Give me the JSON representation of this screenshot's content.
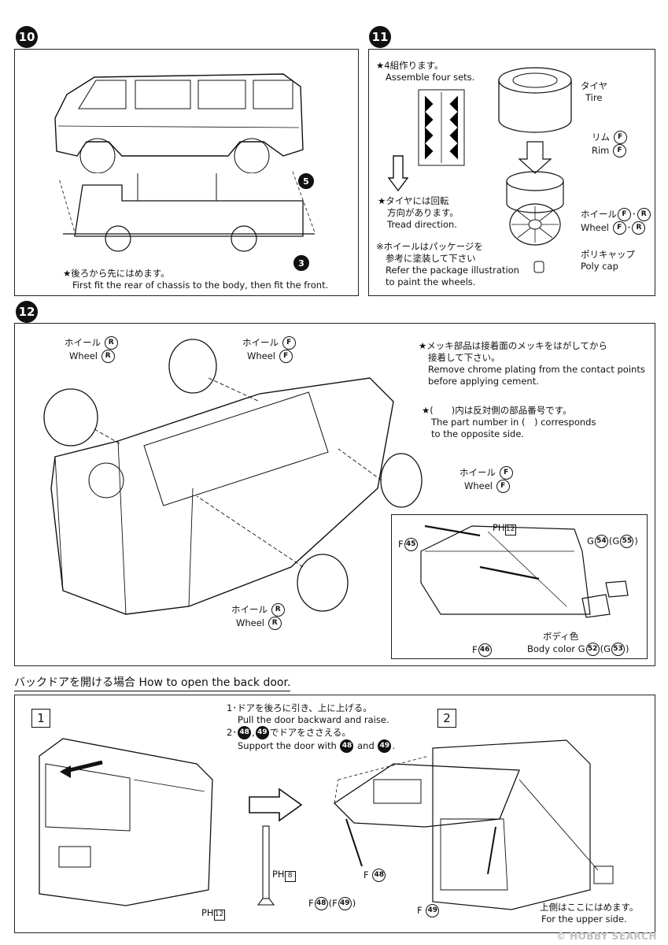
{
  "steps": {
    "s10": "10",
    "s11": "11",
    "s12": "12"
  },
  "step10": {
    "ref5": "5",
    "ref3": "3",
    "note_jp": "★後ろから先にはめます。",
    "note_en": "First fit the rear of chassis to the body, then fit the front."
  },
  "step11": {
    "assemble_jp": "★4組作ります。",
    "assemble_en": "Assemble four sets.",
    "tread_jp1": "★タイヤには回転",
    "tread_jp2": "方向があります。",
    "tread_en": "Tread direction.",
    "paint_jp1": "※ホイールはパッケージを",
    "paint_jp2": "参考に塗装して下さい",
    "paint_en1": "Refer the package illustration",
    "paint_en2": "to paint the wheels.",
    "tire_jp": "タイヤ",
    "tire_en": "Tire",
    "rim_jp": "リム",
    "rim_en": "Rim",
    "rim_part": "F",
    "wheel_jp": "ホイール",
    "wheel_en": "Wheel",
    "wheel_part1": "F",
    "wheel_part2": "R",
    "poly_jp": "ポリキャップ",
    "poly_en": "Poly cap"
  },
  "step12": {
    "wheel_jp": "ホイール",
    "wheel_en": "Wheel",
    "part_r": "R",
    "part_f": "F",
    "chrome_jp1": "★メッキ部品は接着面のメッキをはがしてから",
    "chrome_jp2": "接着して下さい。",
    "chrome_en1": "Remove chrome plating from the contact points",
    "chrome_en2": "before applying cement.",
    "partno_jp": "★(　　)内は反対側の部品番号です。",
    "partno_en1": "The part number in (　) corresponds",
    "partno_en2": "to the opposite side.",
    "f45": "F",
    "n45": "45",
    "ph12": "PH",
    "ph12n": "12",
    "g54": "G",
    "n54": "54",
    "n55": "55",
    "f46": "F",
    "n46": "46",
    "body_jp": "ボディ色",
    "body_en": "Body color G",
    "n52": "52",
    "n53": "53"
  },
  "backdoor": {
    "banner": "バックドアを開ける場合 How to open the back door.",
    "box1": "1",
    "box2": "2",
    "inst1_jp": "1･ドアを後ろに引き、上に上げる。",
    "inst1_en": "Pull the door backward and raise.",
    "inst2_jp_pre": "2･",
    "inst2_jp_post": "でドアをささえる。",
    "inst2_en_pre": "Support the door with",
    "inst2_en_mid": "and",
    "n48": "48",
    "n49": "49",
    "ph8": "PH",
    "ph8n": "8",
    "ph12": "PH",
    "ph12n": "12",
    "f": "F",
    "upper_jp": "上側はここにはめます。",
    "upper_en": "For the upper side."
  },
  "watermark": "© HOBBY SEARCH"
}
